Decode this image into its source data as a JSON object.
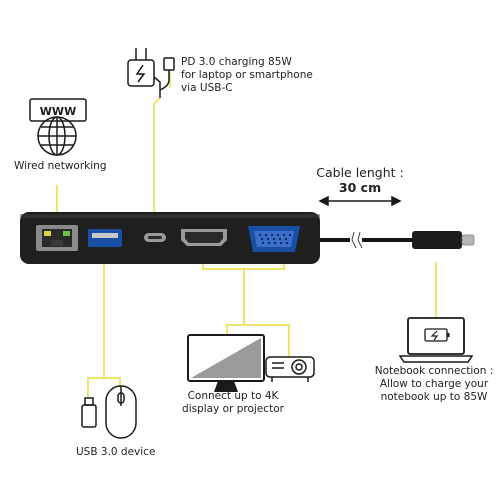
{
  "charging": {
    "lines": [
      "PD 3.0 charging 85W",
      "for laptop or smartphone",
      "via USB-C"
    ],
    "icon": "plug-icon"
  },
  "network": {
    "label": "Wired networking",
    "icon_text": "WWW",
    "icon": "globe-icon"
  },
  "cable": {
    "title": "Cable lenght :",
    "length": "30 cm",
    "icon": "double-arrow-icon"
  },
  "display": {
    "lines": [
      "Connect up to 4K",
      "display or projector"
    ],
    "icons": [
      "monitor-icon",
      "projector-icon"
    ]
  },
  "notebook": {
    "lines": [
      "Notebook connection :",
      "Allow to  charge your",
      "notebook up to 85W"
    ],
    "icon": "laptop-battery-icon"
  },
  "usb": {
    "label": "USB 3.0 device",
    "icons": [
      "usb-stick-icon",
      "mouse-icon"
    ]
  },
  "colors": {
    "connector_line": "#e8dd3a",
    "hub_body": "#1f1f1f",
    "icon_stroke": "#1a1a1a"
  }
}
